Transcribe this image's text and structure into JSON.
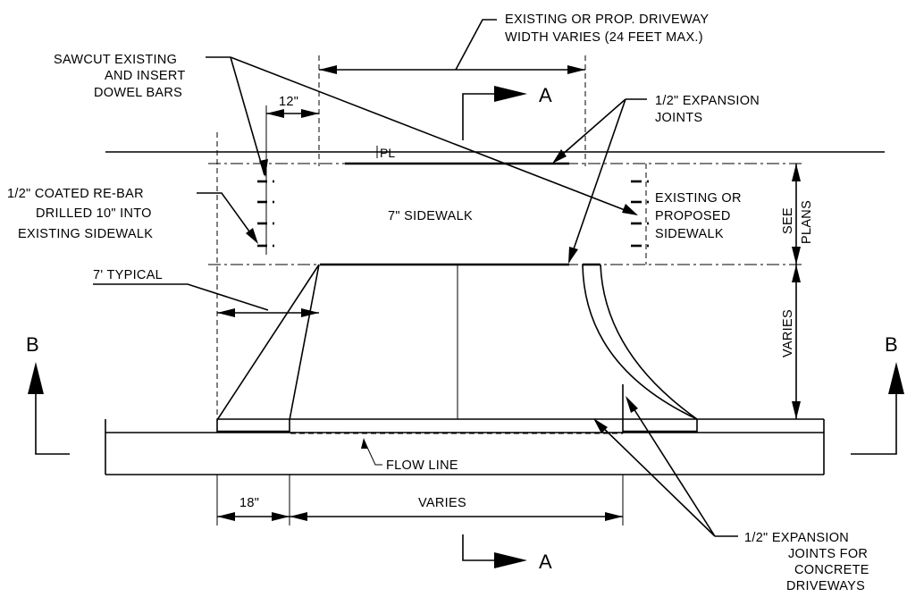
{
  "labels": {
    "driveway_width_1": "EXISTING OR PROP. DRIVEWAY",
    "driveway_width_2": "WIDTH VARIES (24 FEET MAX.)",
    "sawcut_1": "SAWCUT EXISTING",
    "sawcut_2": "AND INSERT",
    "sawcut_3": "DOWEL BARS",
    "twelve_in": "12\"",
    "expansion_top_1": "1/2\" EXPANSION",
    "expansion_top_2": "JOINTS",
    "property_line": "PL",
    "rebar_1": "1/2\" COATED RE-BAR",
    "rebar_2": "DRILLED 10\" INTO",
    "rebar_3": "EXISTING SIDEWALK",
    "sidewalk_7in": "7\" SIDEWALK",
    "existing_sw_1": "EXISTING OR",
    "existing_sw_2": "PROPOSED",
    "existing_sw_3": "SIDEWALK",
    "see_plans_1": "SEE",
    "see_plans_2": "PLANS",
    "seven_ft": "7' TYPICAL",
    "varies_right": "VARIES",
    "section_b": "B",
    "section_a": "A",
    "flow_line": "FLOW LINE",
    "eighteen_in": "18\"",
    "varies_bottom": "VARIES",
    "expansion_bot_1": "1/2\" EXPANSION",
    "expansion_bot_2": "JOINTS FOR",
    "expansion_bot_3": "CONCRETE",
    "expansion_bot_4": "DRIVEWAYS"
  }
}
